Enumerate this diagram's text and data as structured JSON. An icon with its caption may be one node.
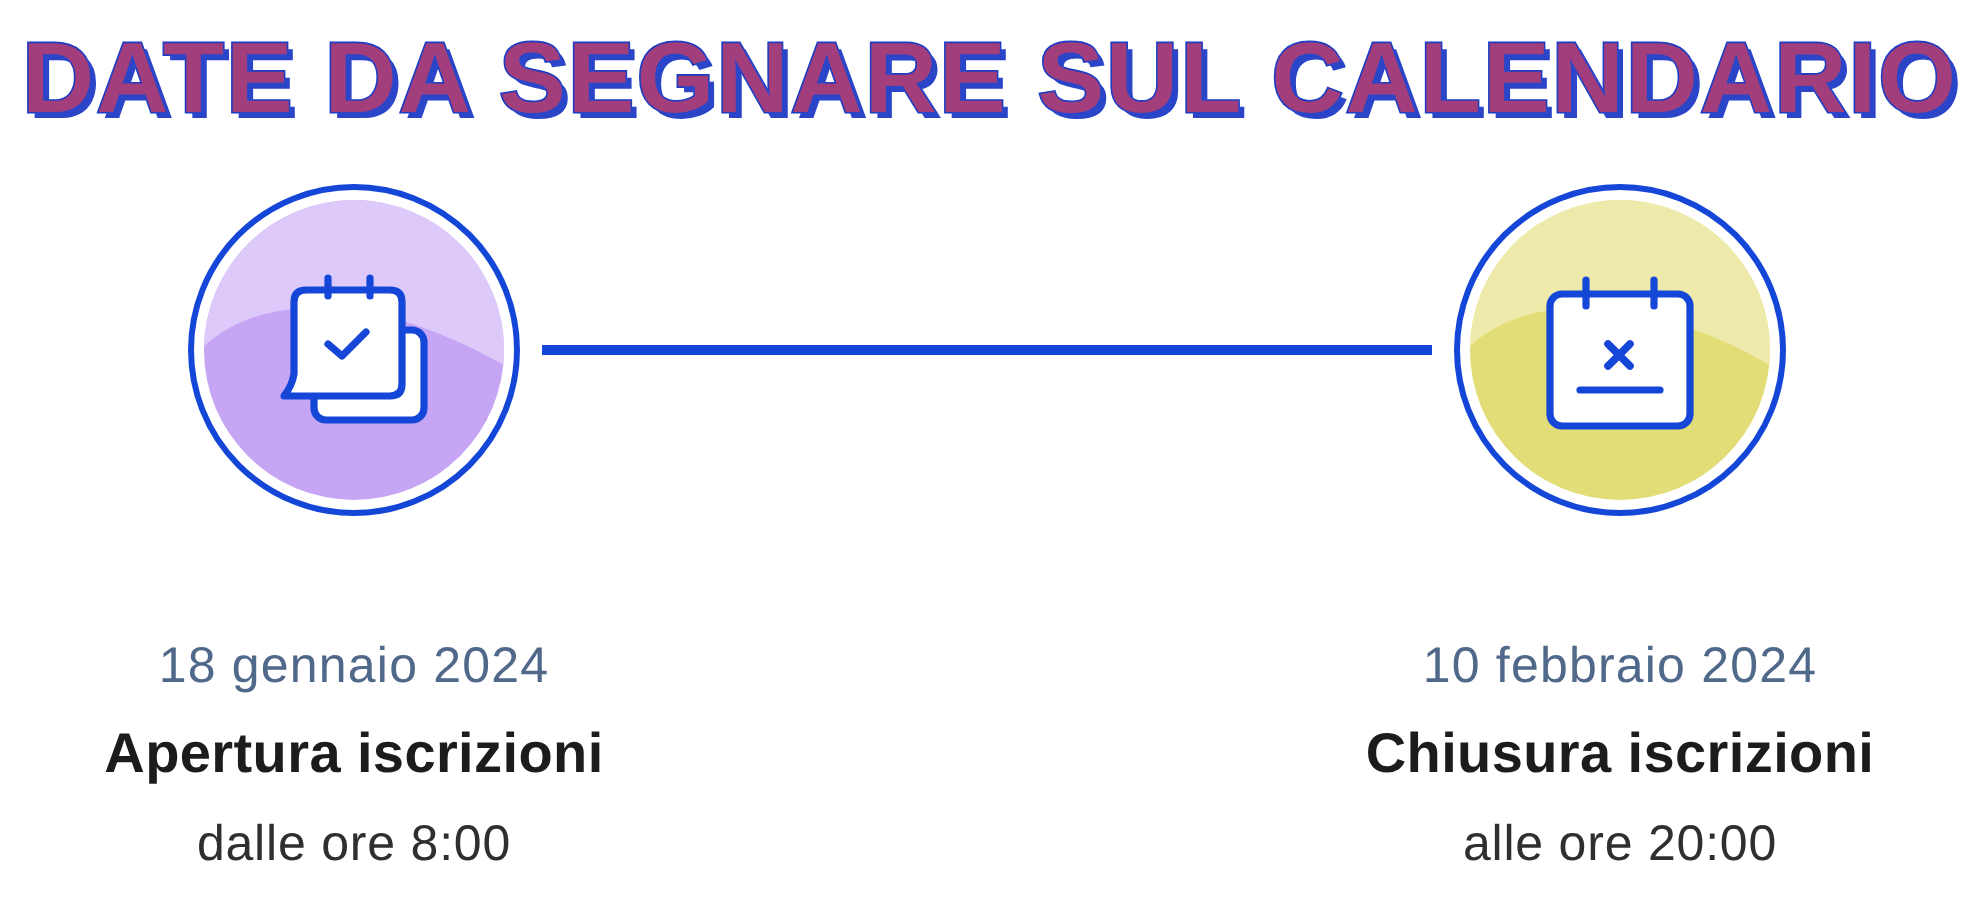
{
  "diagram": {
    "title": "DATE DA SEGNARE SUL CALENDARIO",
    "nodes": [
      {
        "text": [],
        "shape": "circle",
        "beside": [
          "18 gennaio 2024",
          "Apertura iscrizioni",
          "dalle ore 8:00"
        ]
      },
      {
        "text": [],
        "shape": "circle",
        "beside": [
          "10 febbraio 2024",
          "Chiusura iscrizioni",
          "alle ore 20:00"
        ]
      }
    ],
    "edges": [
      {
        "from": 0,
        "to": 1,
        "arrow": "none"
      }
    ]
  }
}
